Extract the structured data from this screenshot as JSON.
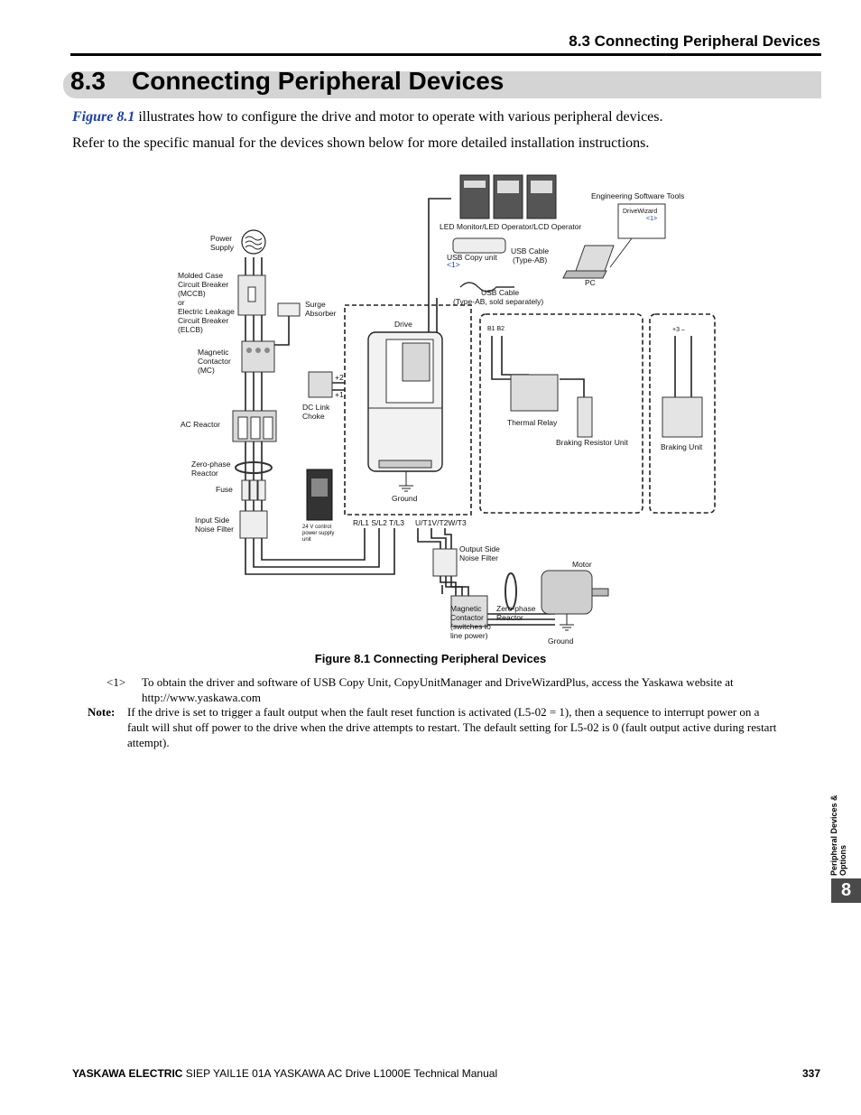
{
  "header": {
    "running_title": "8.3  Connecting Peripheral Devices"
  },
  "section": {
    "number": "8.3",
    "title": "Connecting Peripheral Devices"
  },
  "intro": {
    "fig_ref": "Figure 8.1",
    "p1_rest": " illustrates how to configure the drive and motor to operate with various peripheral devices.",
    "p2": "Refer to the specific manual for the devices shown below for more detailed installation instructions."
  },
  "figure": {
    "caption": "Figure 8.1  Connecting Peripheral Devices",
    "labels": {
      "power_supply": [
        "Power",
        "Supply"
      ],
      "mccb": [
        "Molded Case",
        "Circuit Breaker",
        "(MCCB)",
        "or",
        "Electric Leakage",
        "Circuit Breaker",
        "(ELCB)"
      ],
      "mc_in": [
        "Magnetic",
        "Contactor",
        "(MC)"
      ],
      "surge": [
        "Surge",
        "Absorber"
      ],
      "dc_link": [
        "DC Link",
        "Choke"
      ],
      "ac_reactor": "AC Reactor",
      "zero_phase_in": [
        "Zero-phase",
        "Reactor"
      ],
      "fuse": "Fuse",
      "input_filter": [
        "Input Side",
        "Noise Filter"
      ],
      "power_unit_24v": [
        "24 V control",
        "power supply",
        "unit"
      ],
      "drive": "Drive",
      "ground_drive": "Ground",
      "input_terminals": "R/L1 S/L2 T/L3",
      "output_terminals": "U/T1V/T2W/T3",
      "led_operator": "LED Monitor/LED Operator/LCD Operator",
      "usb_copy": "USB Copy unit",
      "usb_copy_ref": "<1>",
      "usb_cable_ab": [
        "USB Cable",
        "(Type-AB)"
      ],
      "usb_cable_sold": [
        "USB Cable",
        "(Type-AB, sold separately)"
      ],
      "pc": "PC",
      "eng_software": "Engineering Software Tools",
      "drivewizard": "DriveWizard",
      "drivewizard_ref": "<1>",
      "b1b2": "B1  B2",
      "thermal_relay": "Thermal Relay",
      "braking_resistor": "Braking Resistor Unit",
      "plus3_minus": "+3    –",
      "braking_unit": "Braking Unit",
      "plus2": "+2",
      "plus1": "+1",
      "output_filter": [
        "Output Side",
        "Noise Filter"
      ],
      "mc_out": [
        "Magnetic",
        "Contactor",
        "(switches to",
        "line power)"
      ],
      "zero_phase_out": [
        "Zero-phase",
        "Reactor"
      ],
      "motor": "Motor",
      "ground_motor": "Ground"
    }
  },
  "footnote": {
    "marker": "<1>",
    "text": "To obtain the driver and software of USB Copy Unit, CopyUnitManager and DriveWizardPlus, access the Yaskawa website at http://www.yaskawa.com"
  },
  "note": {
    "label": "Note:",
    "text": "If the drive is set to trigger a fault output when the fault reset function is activated (L5-02 = 1), then a sequence to interrupt power on a fault will shut off power to the drive when the drive attempts to restart. The default setting for L5-02 is 0 (fault output active during restart attempt)."
  },
  "side_tab": {
    "label": "Peripheral Devices & Options",
    "number": "8"
  },
  "footer": {
    "brand": "YASKAWA ELECTRIC",
    "doc": " SIEP YAIL1E 01A YASKAWA AC Drive L1000E Technical Manual",
    "page": "337"
  }
}
